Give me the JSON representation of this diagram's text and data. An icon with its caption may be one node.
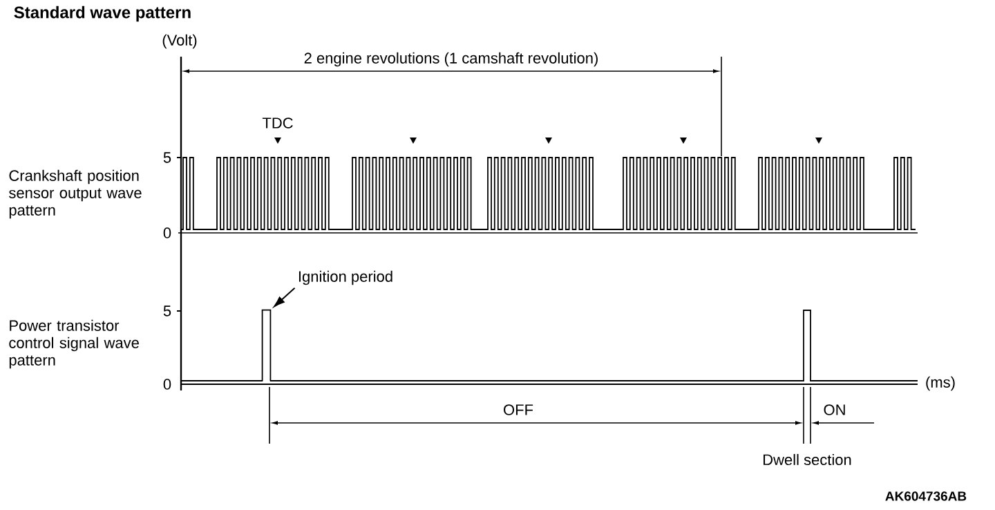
{
  "diagram": {
    "title": "Standard wave pattern",
    "nodes": [
      {
        "text": [
          "Ignition period"
        ]
      },
      {
        "text": [],
        "shape": "bar"
      }
    ],
    "edges": [
      {
        "from": 0,
        "to": 1,
        "arrow": "to"
      }
    ],
    "labels": [
      "(Volt)",
      "2 engine revolutions (1 camshaft revolution)",
      "TDC",
      "5",
      "0",
      "Crankshaft position sensor output wave pattern",
      "5",
      "0",
      "Power transistor control signal wave pattern",
      "(ms)",
      "OFF",
      "ON",
      "Dwell section",
      "AK604736AB"
    ]
  }
}
